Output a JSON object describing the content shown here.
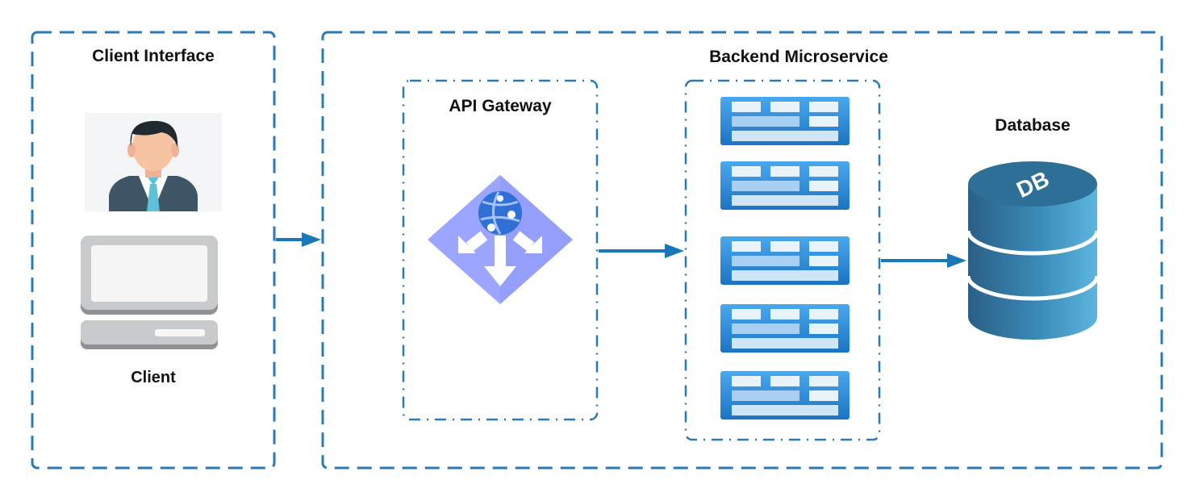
{
  "colors": {
    "frame": "#2a7ab8",
    "arrow": "#1a78b8",
    "service_block": "#2a8ad6",
    "gateway": "#9aa6ff",
    "database": "#2e6f97"
  },
  "client_interface": {
    "title": "Client Interface",
    "user_icon": "user-avatar-icon",
    "computer_icon": "desktop-computer-icon",
    "client_label": "Client"
  },
  "backend": {
    "title": "Backend Microservice",
    "api_gateway": {
      "title": "API Gateway",
      "icon": "api-gateway-icon"
    },
    "services": [
      {
        "icon": "microservice-icon"
      },
      {
        "icon": "microservice-icon"
      },
      {
        "icon": "microservice-icon"
      },
      {
        "icon": "microservice-icon"
      },
      {
        "icon": "microservice-icon"
      }
    ],
    "database": {
      "title": "Database",
      "icon_text": "DB",
      "icon": "database-icon"
    }
  }
}
